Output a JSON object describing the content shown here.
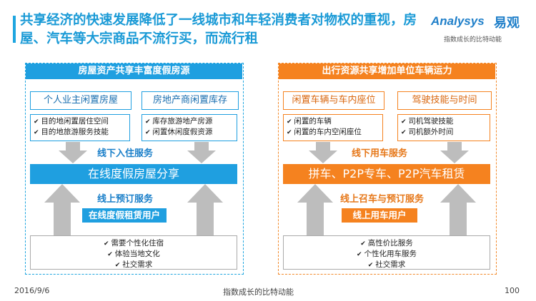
{
  "title": "共享经济的快速发展降低了一线城市和年轻消费者对物权的重视，房屋、汽车等大宗商品不流行买，而流行租",
  "logo": {
    "en": "Analysys",
    "cn": "易观",
    "slogan": "指数成长的比特动能"
  },
  "left": {
    "header": "房屋资产共享丰富度假房源",
    "supply": [
      {
        "title": "个人业主闲置房屋",
        "items": [
          "目的地闲置居住空间",
          "目的地旅游服务技能"
        ]
      },
      {
        "title": "房地产商闲置库存",
        "items": [
          "库存旅游地产房源",
          "闲置休闲度假资源"
        ]
      }
    ],
    "offline_label": "线下入住服务",
    "center": "在线度假房屋分享",
    "online_label": "线上预订服务",
    "user_label": "在线度假租赁用户",
    "needs": [
      "需要个性化住宿",
      "体验当地文化",
      "社交需求"
    ]
  },
  "right": {
    "header": "出行资源共享增加单位车辆运力",
    "supply": [
      {
        "title": "闲置车辆与车内座位",
        "items": [
          "闲置的车辆",
          "闲置的车内空闲座位"
        ]
      },
      {
        "title": "驾驶技能与时间",
        "items": [
          "司机驾驶技能",
          "司机额外时间"
        ]
      }
    ],
    "offline_label": "线下用车服务",
    "center": "拼车、P2P专车、P2P汽车租赁",
    "online_label": "线上召车与预订服务",
    "user_label": "线上用车用户",
    "needs": [
      "高性价比服务",
      "个性化用车服务",
      "社交需求"
    ]
  },
  "footer": {
    "date": "2016/9/6",
    "slogan": "指数成长的比特动能",
    "page": "100"
  },
  "colors": {
    "blue": "#1f9fe0",
    "orange": "#f5821f",
    "arrow_gray": "#bdbdbd"
  }
}
